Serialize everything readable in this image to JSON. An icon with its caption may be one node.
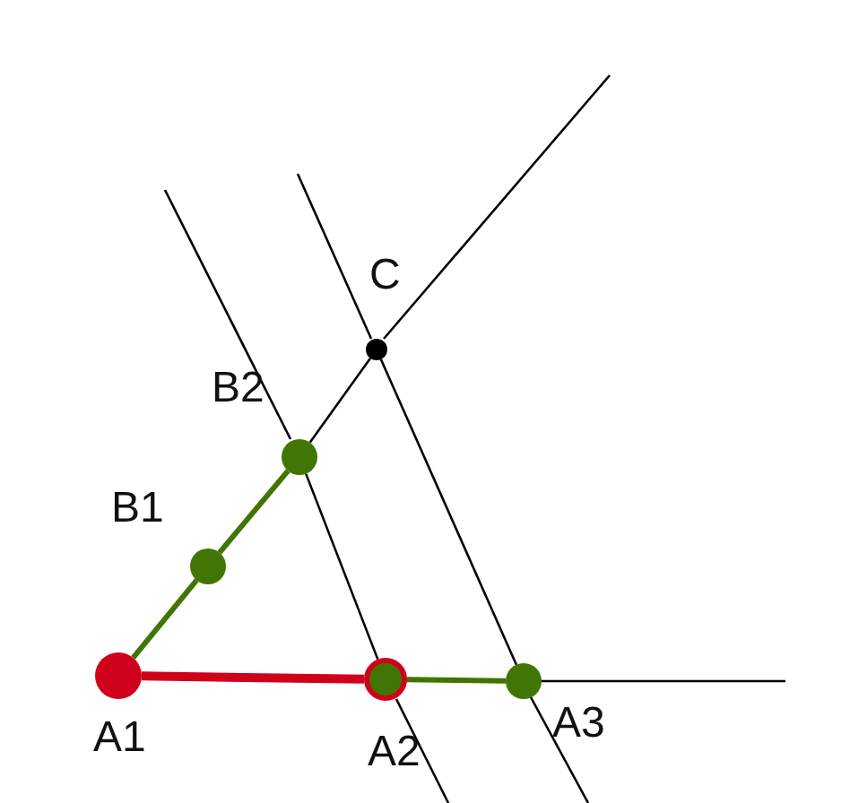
{
  "diagram": {
    "nodes": [
      {
        "text": [],
        "shape": "circle",
        "beside": [
          "A1"
        ]
      },
      {
        "text": [],
        "shape": "circle",
        "beside": [
          "A2"
        ]
      },
      {
        "text": [],
        "shape": "circle",
        "beside": [
          "A3"
        ]
      },
      {
        "text": [],
        "shape": "circle",
        "beside": [
          "B1"
        ]
      },
      {
        "text": [],
        "shape": "circle",
        "beside": [
          "B2"
        ]
      },
      {
        "text": [],
        "shape": "circle",
        "beside": [
          "C"
        ]
      }
    ],
    "edges": [
      {
        "from": 0,
        "to": 1,
        "arrow": "none",
        "color": "#d0021b"
      },
      {
        "from": 1,
        "to": 2,
        "arrow": "none",
        "color": "#417505"
      },
      {
        "from": 0,
        "to": 3,
        "arrow": "none",
        "color": "#417505"
      },
      {
        "from": 3,
        "to": 4,
        "arrow": "none",
        "color": "#417505"
      },
      {
        "from": 4,
        "to": 5,
        "arrow": "none",
        "color": "#000000"
      },
      {
        "from": 4,
        "to": 1,
        "arrow": "none",
        "color": "#000000"
      },
      {
        "from": 5,
        "to": 2,
        "arrow": "none",
        "color": "#000000"
      }
    ]
  }
}
